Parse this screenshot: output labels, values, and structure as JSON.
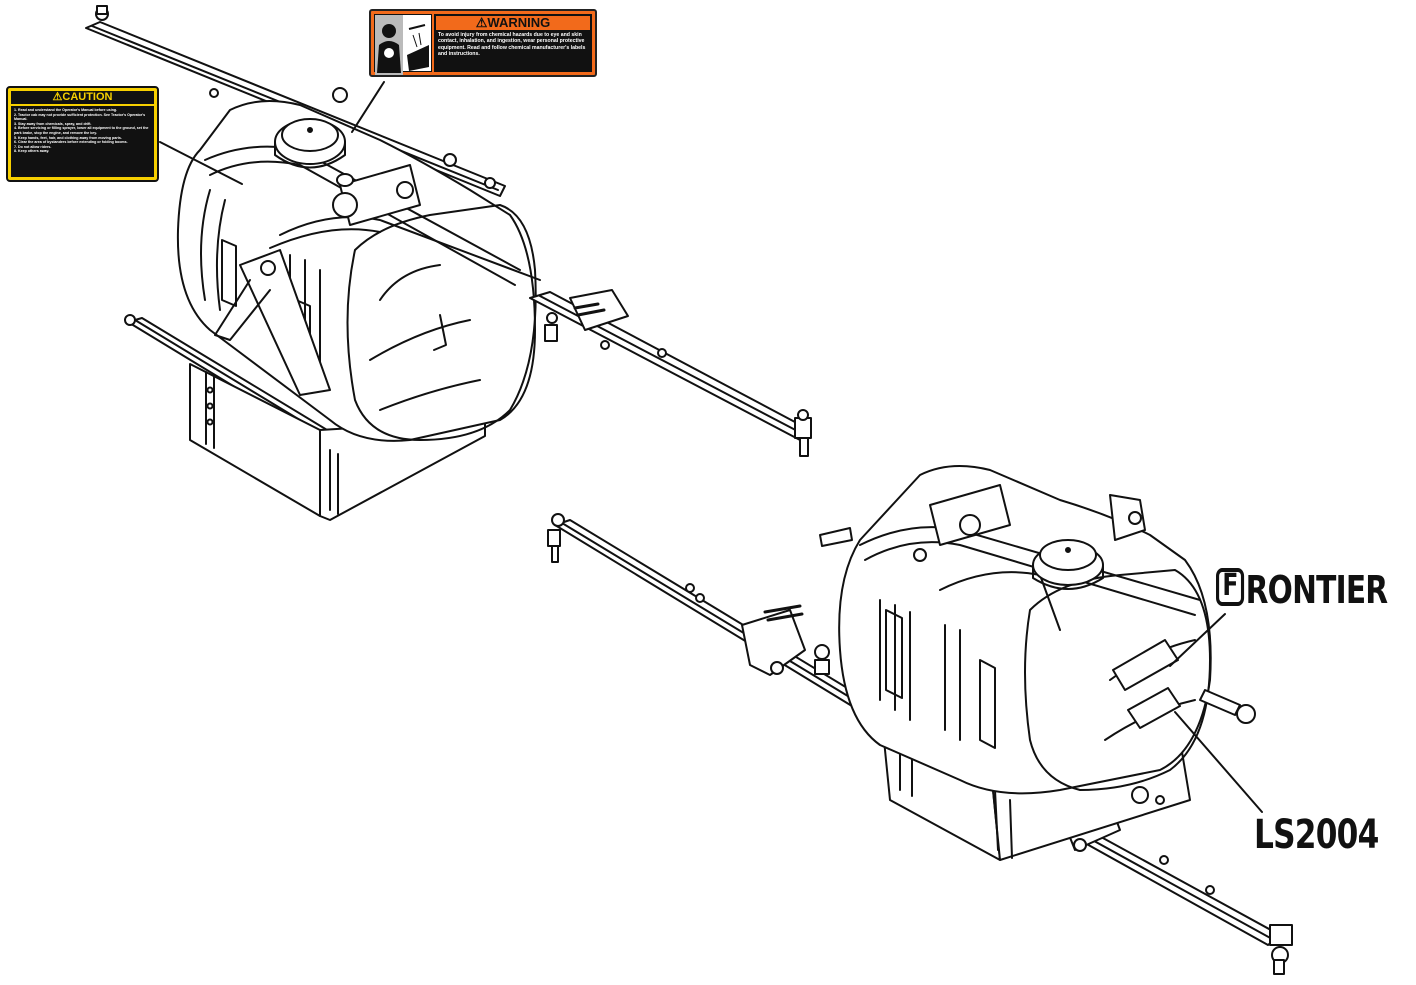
{
  "caution": {
    "title": "⚠CAUTION",
    "lines": [
      "1. Read and understand the Operator's Manual before using.",
      "2. Tractor cab may not provide sufficient protection. See Tractor's Operator's Manual.",
      "3. Stay away from chemicals, spray, and drift.",
      "4. Before servicing or filling sprayer, lower all equipment to the ground, set the park brake, stop the engine, and remove the key.",
      "5. Keep hands, feet, hair, and clothing away from moving parts.",
      "6. Clear the area of bystanders before extending or folding booms.",
      "7. Do not allow riders.",
      "8. Keep others away."
    ]
  },
  "warning": {
    "title": "⚠WARNING",
    "text": "To avoid injury from chemical hazards due to eye and skin contact, inhalation, and ingestion, wear personal protective equipment. Read and follow chemical manufacturer's labels and instructions."
  },
  "brand": {
    "initial": "F",
    "rest": "RONTIER"
  },
  "model": "LS2004",
  "colors": {
    "caution": "#f7d000",
    "warning": "#f26a1b",
    "line": "#111111"
  }
}
